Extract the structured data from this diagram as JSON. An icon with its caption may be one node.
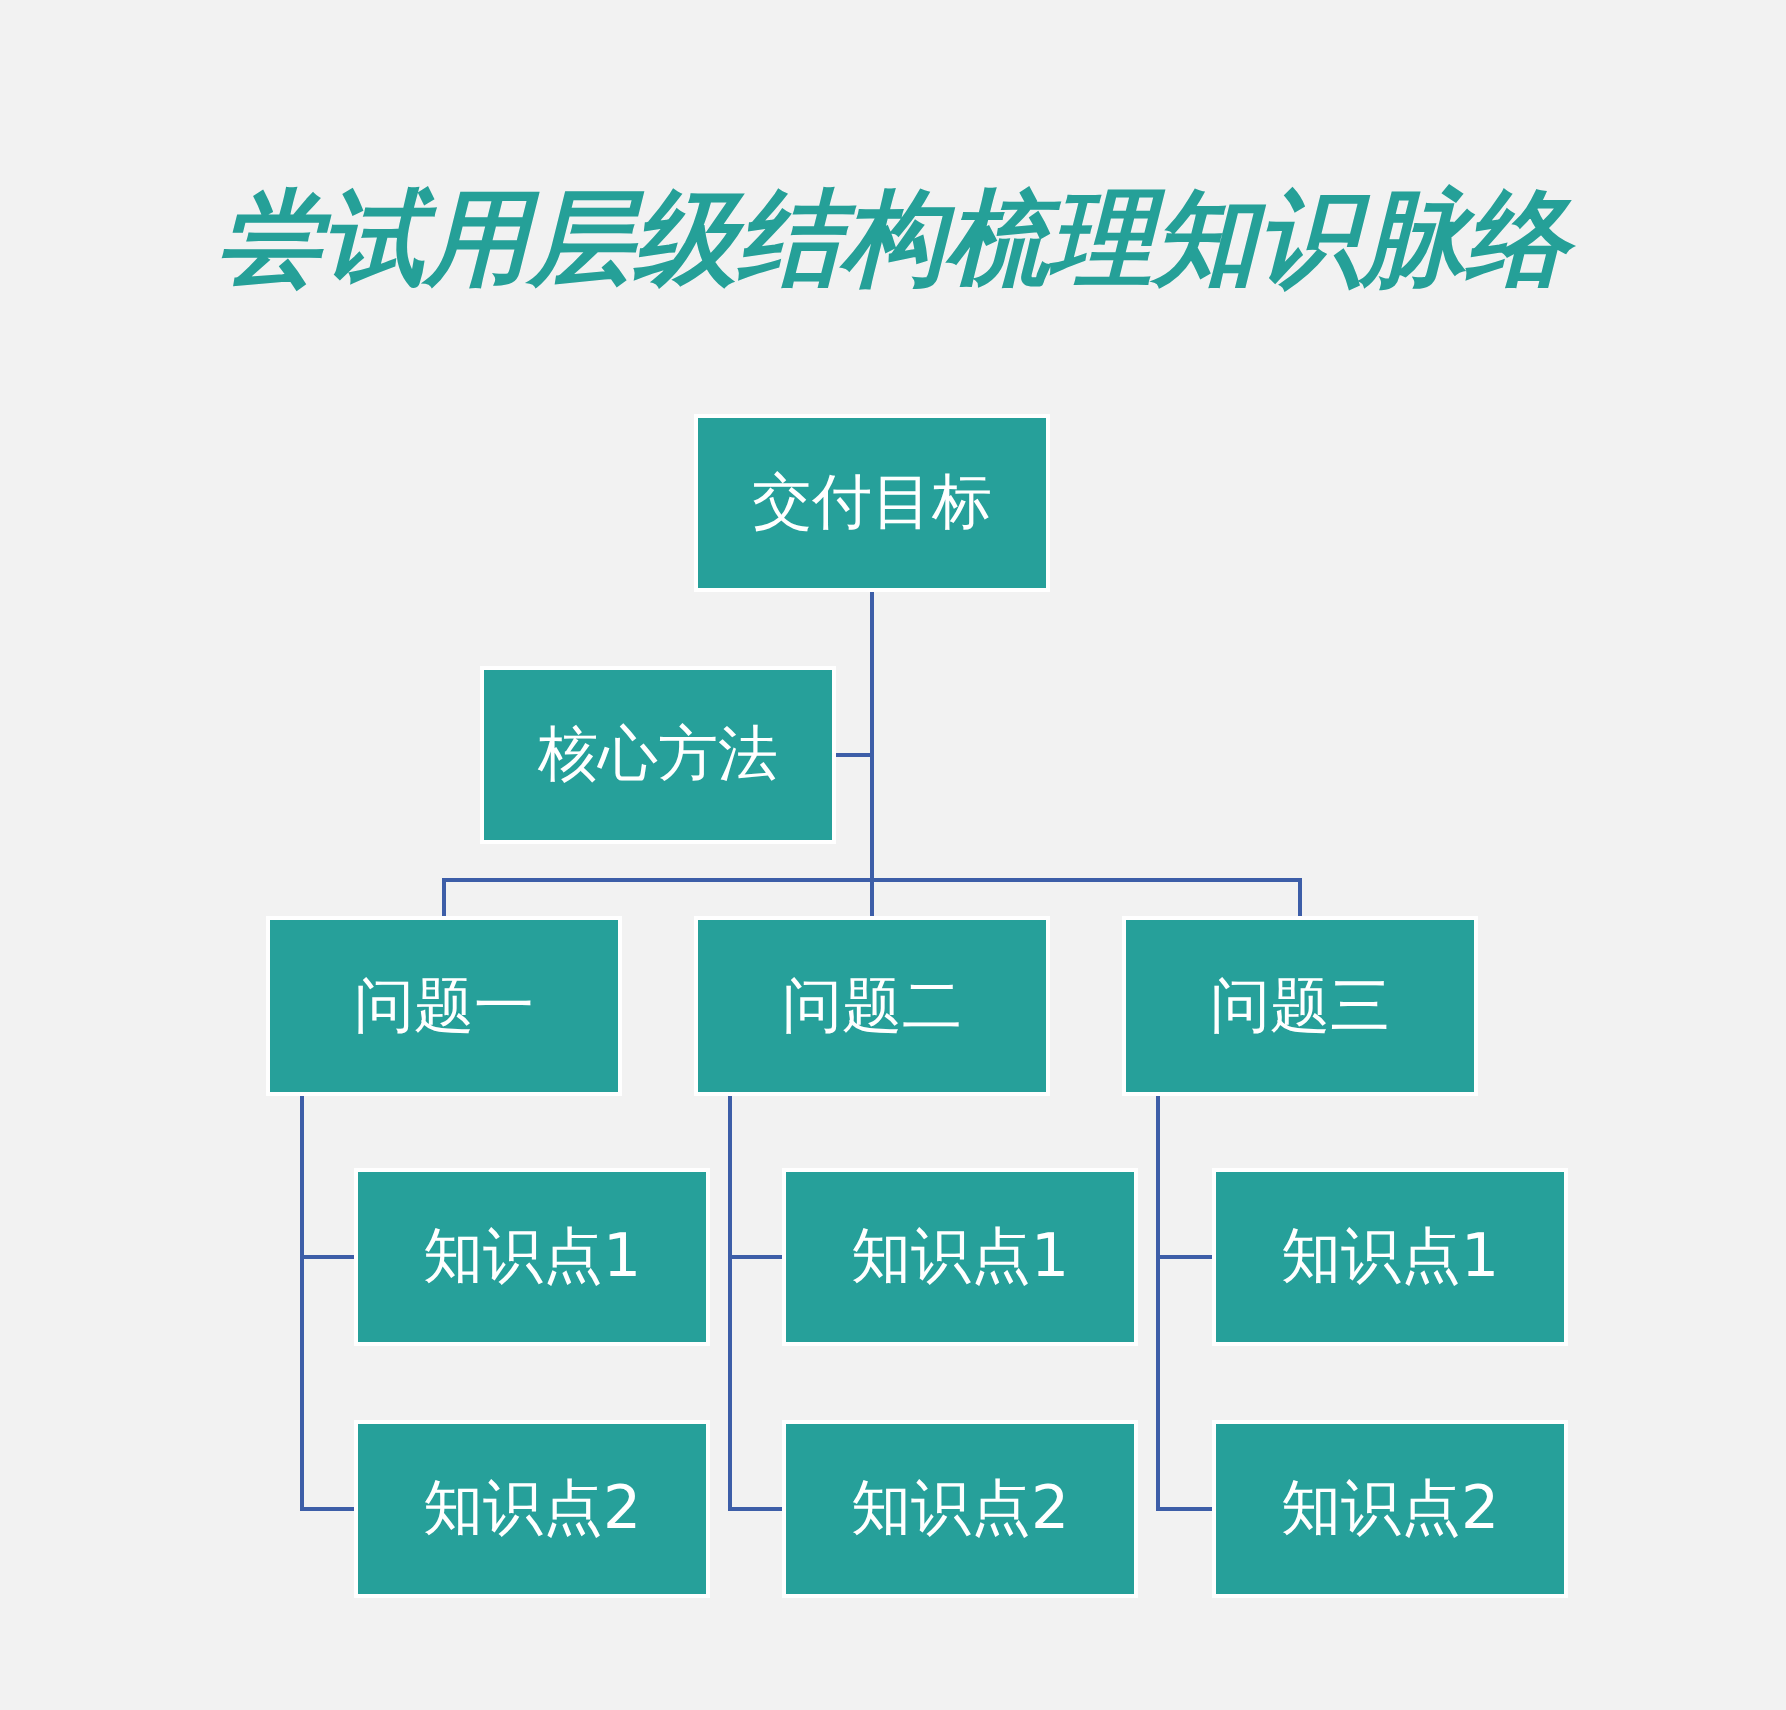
{
  "diagram": {
    "title": "尝试用层级结构梳理知识脉络",
    "nodes": [
      {
        "text": [
          "交付目标"
        ]
      },
      {
        "text": [
          "核心方法"
        ]
      },
      {
        "text": [
          "问题一"
        ]
      },
      {
        "text": [
          "问题二"
        ]
      },
      {
        "text": [
          "问题三"
        ]
      },
      {
        "text": [
          "知识点1"
        ]
      },
      {
        "text": [
          "知识点2"
        ]
      },
      {
        "text": [
          "知识点1"
        ]
      },
      {
        "text": [
          "知识点2"
        ]
      },
      {
        "text": [
          "知识点1"
        ]
      },
      {
        "text": [
          "知识点2"
        ]
      }
    ],
    "edges": [
      {
        "from": 0,
        "to": 1,
        "arrow": "none"
      },
      {
        "from": 0,
        "to": 2,
        "arrow": "none"
      },
      {
        "from": 0,
        "to": 3,
        "arrow": "none"
      },
      {
        "from": 0,
        "to": 4,
        "arrow": "none"
      },
      {
        "from": 2,
        "to": 5,
        "arrow": "none"
      },
      {
        "from": 2,
        "to": 6,
        "arrow": "none"
      },
      {
        "from": 3,
        "to": 7,
        "arrow": "none"
      },
      {
        "from": 3,
        "to": 8,
        "arrow": "none"
      },
      {
        "from": 4,
        "to": 9,
        "arrow": "none"
      },
      {
        "from": 4,
        "to": 10,
        "arrow": "none"
      }
    ]
  }
}
